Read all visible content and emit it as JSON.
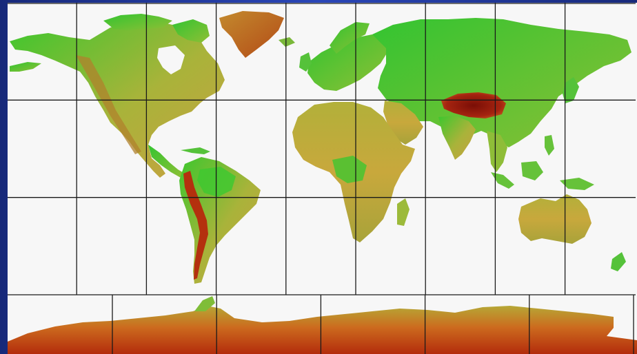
{
  "map": {
    "kind": "world-elevation-tile-index",
    "projection": "equirectangular",
    "ocean_color": "#f7f7f7",
    "frame_color": "#1e3596",
    "grid_color": "#1a1a1a",
    "elevation_palette": {
      "low": "#2fc22a",
      "mid": "#b8b238",
      "high": "#c85a1e",
      "peak": "#8a1208"
    },
    "tile_grid": {
      "main_columns": 9,
      "main_rows": 3,
      "polar_columns": 6,
      "polar_rows": 1
    }
  }
}
